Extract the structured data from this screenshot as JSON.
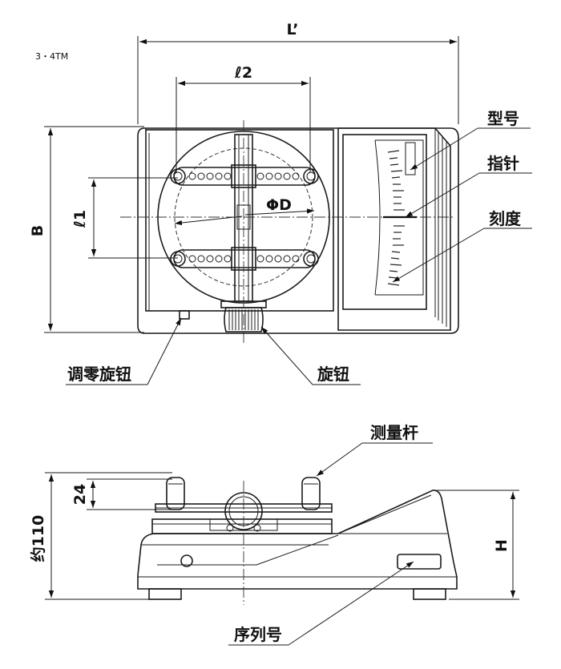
{
  "model_code": "3・4TM",
  "dimensions": {
    "overall_length": "L’",
    "hole_spacing_2": "ℓ2",
    "hole_spacing_1": "ℓ1",
    "dial_diameter": "ΦD",
    "width": "B",
    "height": "H",
    "post_height": "24",
    "approx_height": "约110"
  },
  "callouts": {
    "model": "型号",
    "pointer": "指针",
    "scale": "刻度",
    "zero_knob": "调零旋钮",
    "knob": "旋钮",
    "measuring_rod": "测量杆",
    "serial_number": "序列号"
  }
}
